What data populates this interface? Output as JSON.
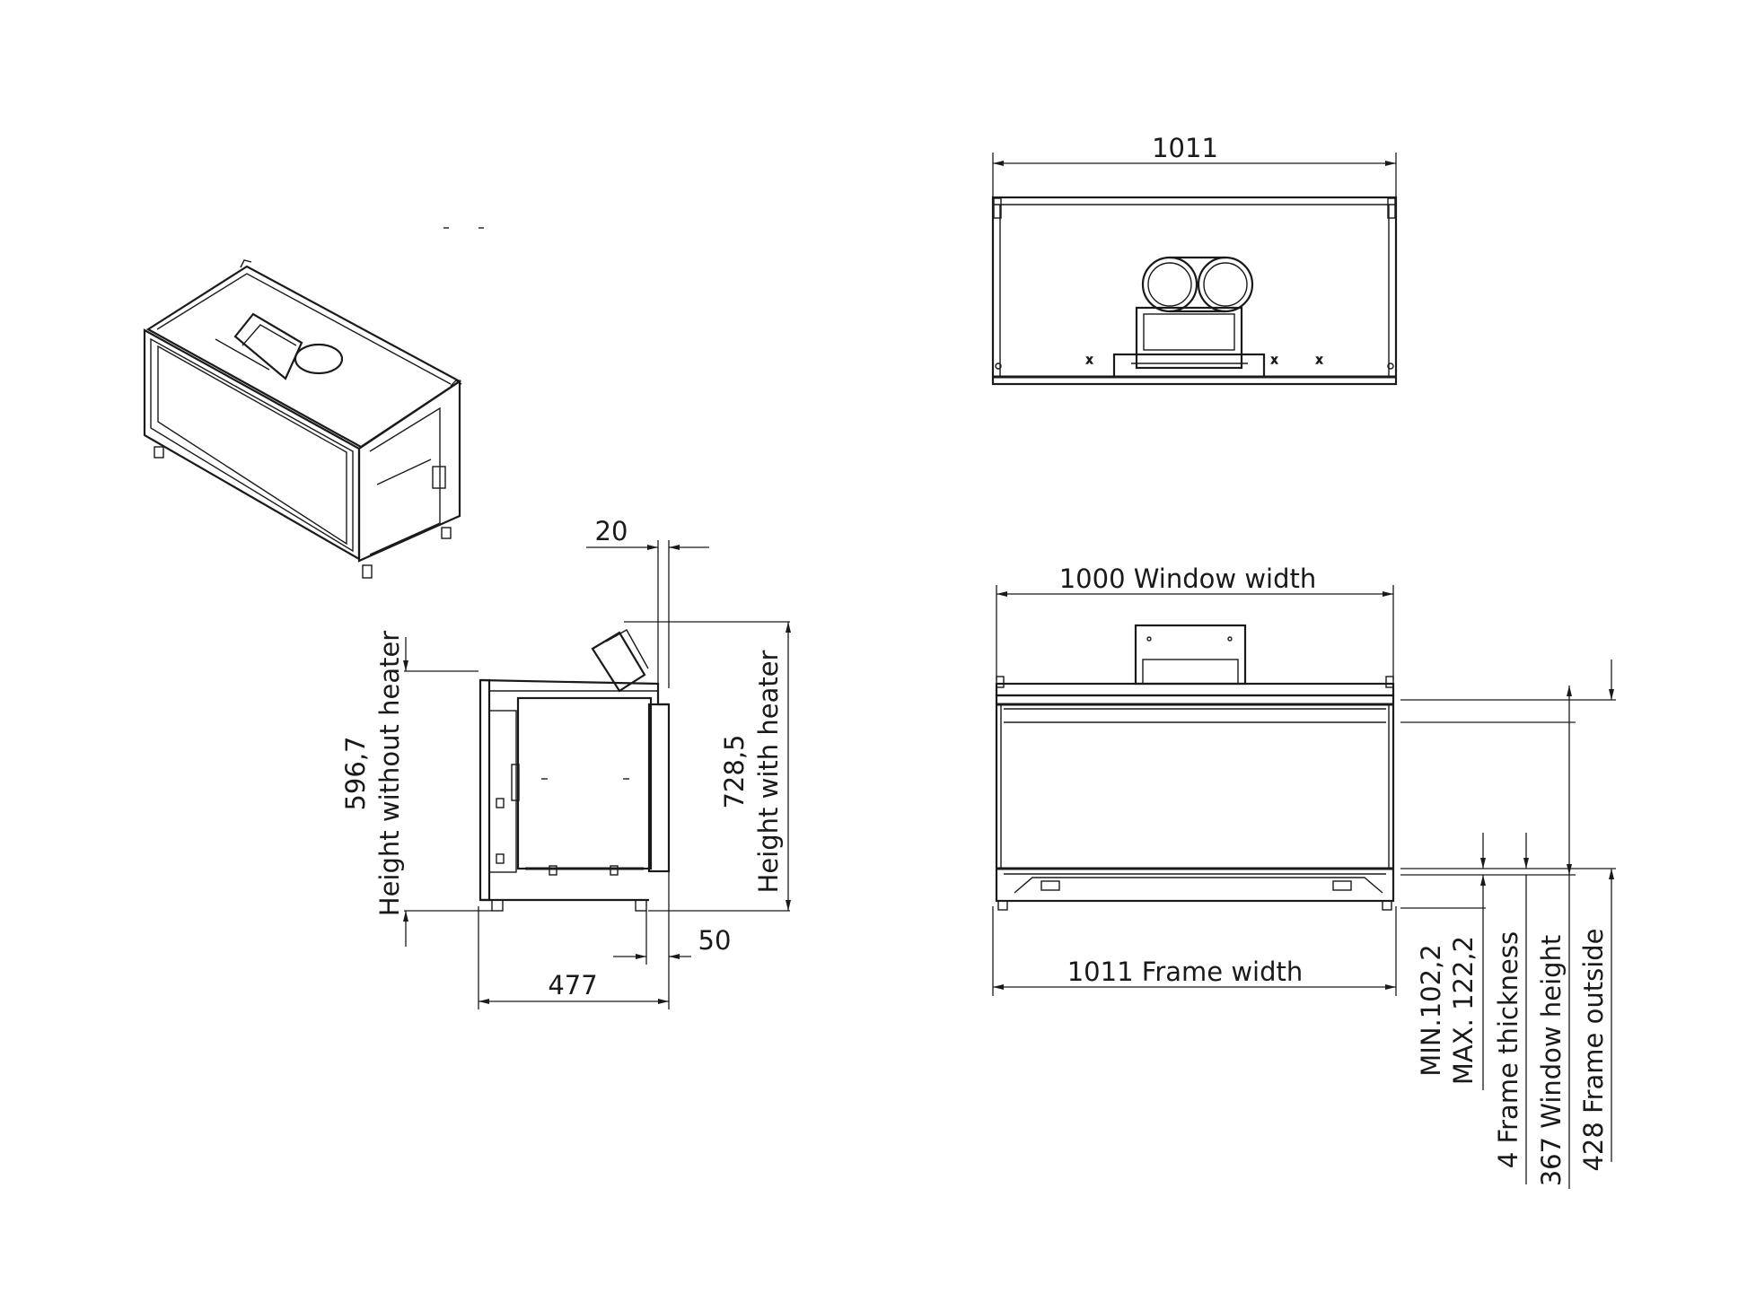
{
  "views": {
    "top": {
      "width_label": "1011"
    },
    "side": {
      "offset_label": "20",
      "height_without_heater_value": "596,7",
      "height_without_heater_label": "Height without heater",
      "height_with_heater_value": "728,5",
      "height_with_heater_label": "Height with heater",
      "foot_label": "50",
      "depth_label": "477"
    },
    "front": {
      "window_width_label": "1000 Window width",
      "frame_width_label": "1011 Frame width",
      "min_label": "MIN.102,2",
      "max_label": "MAX. 122,2",
      "frame_thickness_label": "4 Frame thickness",
      "window_height_label": "367 Window height",
      "frame_outside_label": "428 Frame outside"
    }
  }
}
